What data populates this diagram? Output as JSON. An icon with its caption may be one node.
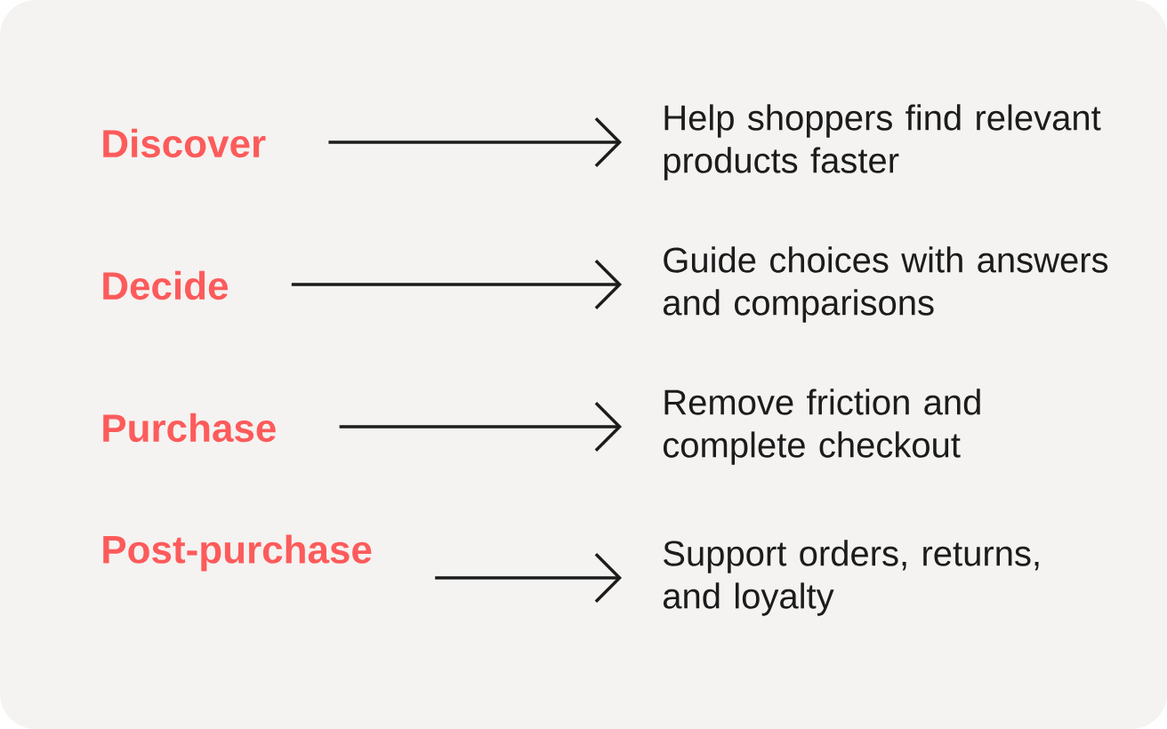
{
  "diagram": {
    "nodes": [
      {
        "text": [
          "Discover"
        ]
      },
      {
        "text": [
          "Help shoppers find relevant products faster"
        ]
      },
      {
        "text": [
          "Decide"
        ]
      },
      {
        "text": [
          "Guide choices with answers and comparisons"
        ]
      },
      {
        "text": [
          "Purchase"
        ]
      },
      {
        "text": [
          "Remove friction and complete checkout"
        ]
      },
      {
        "text": [
          "Post-purchase"
        ]
      },
      {
        "text": [
          "Support orders, returns, and loyalty"
        ]
      }
    ],
    "edges": [
      {
        "from": 0,
        "to": 1,
        "arrow": "to"
      },
      {
        "from": 2,
        "to": 3,
        "arrow": "to"
      },
      {
        "from": 4,
        "to": 5,
        "arrow": "to"
      },
      {
        "from": 6,
        "to": 7,
        "arrow": "to"
      }
    ]
  }
}
